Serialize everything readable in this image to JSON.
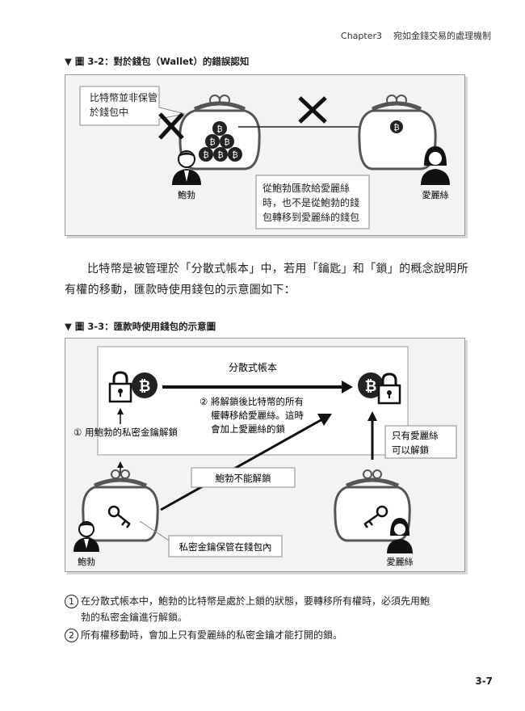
{
  "header": {
    "chapter": "Chapter3",
    "title": "宛如金錢交易的處理機制"
  },
  "figure1": {
    "caption": "▼ 圖 3-2：對於錢包（Wallet）的錯誤認知",
    "callout_top": [
      "比特幣並非保管",
      "於錢包中"
    ],
    "callout_bottom": [
      "從鮑勃匯款給愛麗絲",
      "時，也不是從鮑勃的錢",
      "包轉移到愛麗絲的錢包"
    ],
    "person_left": "鮑勃",
    "person_right": "愛麗絲"
  },
  "paragraph": "比特幣是被管理於「分散式帳本」中，若用「鑰匙」和「鎖」的概念說明所有權的移動，匯款時使用錢包的示意圖如下：",
  "figure2": {
    "caption": "▼ 圖 3-3：匯款時使用錢包的示意圖",
    "ledger_title": "分散式帳本",
    "step1": "① 用鮑勃的私密金鑰解鎖",
    "step2": [
      "② 將解鎖後比特幣的所有",
      "權轉移給愛麗絲。這時",
      "會加上愛麗絲的鎖"
    ],
    "only_alice": [
      "只有愛麗絲",
      "可以解鎖"
    ],
    "bob_cannot": "鮑勃不能解鎖",
    "key_note": "私密金鑰保管在錢包內",
    "person_left": "鮑勃",
    "person_right": "愛麗絲"
  },
  "notes": [
    {
      "num": "1",
      "lines": [
        "在分散式帳本中，鮑勃的比特幣是處於上鎖的狀態，要轉移所有權時，必須先用鮑",
        "勃的私密金鑰進行解鎖。"
      ]
    },
    {
      "num": "2",
      "lines": [
        "所有權移動時，會加上只有愛麗絲的私密金鑰才能打開的鎖。"
      ]
    }
  ],
  "page_number": "3-7"
}
